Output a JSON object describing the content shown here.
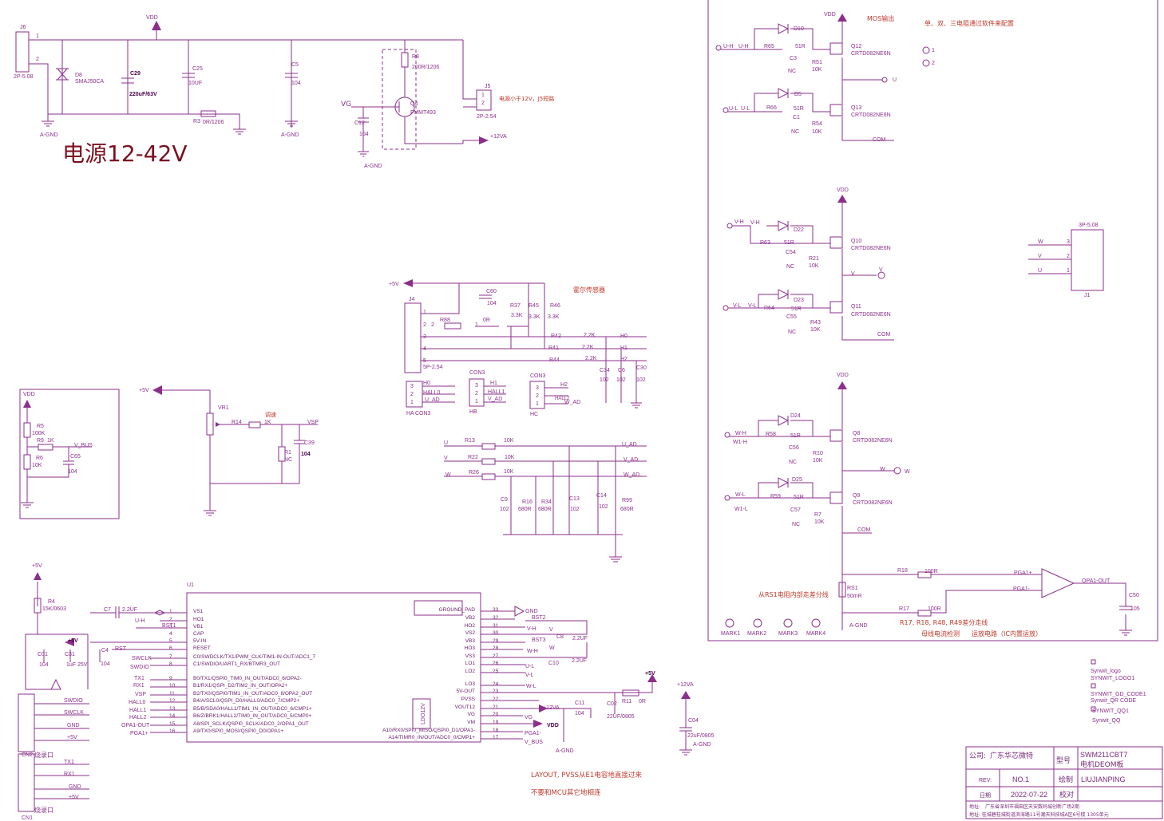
{
  "title_large": "电源12-42V",
  "power": {
    "j6": "J6",
    "j6_type": "2P-5.08",
    "pin1": "1",
    "pin2": "2",
    "vdd": "VDD",
    "d8": "D8",
    "d8_val": "SMAJ50CA",
    "c29": "C29",
    "c29_val": "220uF/63V",
    "c25": "C25",
    "c25_val": "10UF",
    "c5": "C5",
    "c5_val": "104",
    "r3": "R3",
    "r3_val": "0R/1206",
    "agnd": "A-GND",
    "r8": "R8",
    "r8_val": "200R/1206",
    "q4": "Q4",
    "q4_val": "FMMT493",
    "vg": "VG",
    "c12": "C12",
    "c12_val": "104",
    "j5": "J5",
    "j5_type": "2P-2.54",
    "j5_note": "电源小于12V，J5短路",
    "v12a": "+12VA"
  },
  "top_notes": {
    "mos_out": "MOS输出",
    "res_config": "单、双、三电阻通过软件来配置"
  },
  "bridge": {
    "u_h": "U-H",
    "u_l": "U-L",
    "v_h": "V-H",
    "v_l": "V-L",
    "w_h": "W-H",
    "w_l": "W-L",
    "w1_h": "W1-H",
    "w1_l": "W1-L",
    "d10": "D10",
    "d5": "D5",
    "d22": "D22",
    "d23": "D23",
    "d24": "D24",
    "d25": "D25",
    "r65": "R65",
    "r66": "R66",
    "r63": "R63",
    "r64": "R64",
    "r58": "R58",
    "r59": "R59",
    "r51r": "51R",
    "q12": "Q12",
    "q13": "Q13",
    "q10": "Q10",
    "q11": "Q11",
    "q8": "Q8",
    "q9": "Q9",
    "mos": "CRTD082NE6N",
    "c3": "C3",
    "c1": "C1",
    "c54": "C54",
    "c55": "C55",
    "c56": "C56",
    "c57": "C57",
    "nc": "NC",
    "r51": "R51",
    "r54": "R54",
    "r21": "R21",
    "r43": "R43",
    "r10": "R10",
    "r7": "R7",
    "k10": "10K",
    "u": "U",
    "v": "V",
    "w": "W",
    "com": "COM",
    "vdd": "VDD",
    "o1": "1",
    "o2": "2"
  },
  "j1": {
    "name": "J1",
    "type": "3P-5.08",
    "w": "W",
    "v": "V",
    "u": "U",
    "p1": "1",
    "p2": "2",
    "p3": "3"
  },
  "hall": {
    "title": "霍尔传感器",
    "p5v": "+5V",
    "j4": "J4",
    "j4_type": "5P-2.54",
    "r88": "R88",
    "r88_val": "0R",
    "c60": "C60",
    "c60_val": "104",
    "r37": "R37",
    "r45": "R45",
    "r46": "R46",
    "v33k": "3.3K",
    "r42": "R42",
    "r41": "R41",
    "r44": "R44",
    "v22k": "2.2K",
    "h0": "H0",
    "h1": "H1",
    "h2": "H2",
    "c34": "C34",
    "c6": "C6",
    "c30": "C30",
    "v102": "102",
    "con3": "CON3",
    "hall0": "HALL0",
    "hall1": "HALL1",
    "hall2": "HALL2",
    "u_ad": "U_AD",
    "v_ad": "V_AD",
    "w_ad": "W_AD",
    "ha": "HA",
    "hb": "HB",
    "hc": "HC",
    "p1": "1",
    "p2": "2",
    "p3": "3",
    "p4": "4",
    "p5": "5"
  },
  "vbus": {
    "vdd": "VDD",
    "r5": "R5",
    "r5_val": "100K",
    "r9": "R9",
    "r9_val": "1K",
    "r6": "R6",
    "r6_val": "10K",
    "c65": "C65",
    "c65_val": "104",
    "label": "V_BUS"
  },
  "speed": {
    "p5v": "+5V",
    "vr1": "VR1",
    "r14": "R14",
    "r14_val": "1K",
    "tiaosu": "调速",
    "vsp": "VSP",
    "r1": "R1",
    "r1_val": "NC",
    "c39": "C39",
    "c39_val": "104"
  },
  "sense": {
    "u": "U",
    "v": "V",
    "w": "W",
    "r13": "R13",
    "r22": "R22",
    "r26": "R26",
    "k10": "10K",
    "u_ad": "U_AD",
    "v_ad": "V_AD",
    "w_ad": "W_AD",
    "c9": "C9",
    "r16": "R16",
    "r34": "R34",
    "c13": "C13",
    "c14": "C14",
    "r99": "R99",
    "v102": "102",
    "v680": "680R"
  },
  "current": {
    "r18": "R18",
    "r17": "R17",
    "v100r": "100R",
    "pga_p": "PGA1+",
    "pga_n": "PGA1-",
    "opa": "OPA1-OUT",
    "rs1": "RS1",
    "rs1_val": "50mR",
    "c50": "C50",
    "c50_val": "105",
    "agnd": "A-GND",
    "note_diff": "从RS1电阻内部走差分线",
    "note_diff2": "R17, R18, R48, R49差分走线",
    "note_bus": "母线电流检测",
    "note_amp": "运放电路（IC内置运放）"
  },
  "marks": [
    "MARK1",
    "MARK2",
    "MARK3",
    "MARK4"
  ],
  "logos": [
    "Synwit_logo",
    "SYNWIT_LOGO1",
    "SYNWIT_GD_CODE1",
    "Synwit_QR CODE",
    "SYNWIT_QQ1",
    "Synwit_QQ"
  ],
  "mcu": {
    "u1": "U1",
    "left_pins": [
      {
        "n": "1",
        "s": "VS1"
      },
      {
        "n": "2",
        "s": "HO1"
      },
      {
        "n": "3",
        "s": "VB1"
      },
      {
        "n": "4",
        "s": "CAP"
      },
      {
        "n": "5",
        "s": "5V-IN"
      },
      {
        "n": "6",
        "s": "RESET"
      },
      {
        "n": "7",
        "s": "C0/SWDCLK/TX1/PWM_CLK/TIM1-IN-OUT/ADC1_7"
      },
      {
        "n": "8",
        "s": "C1/SWDIO/UART1_RX/BTMR3_OUT"
      },
      {
        "n": "9",
        "s": "B0/TX1/QSPI0_TIM0_IN_OUT/ADC0_6/OPA2-"
      },
      {
        "n": "10",
        "s": "B1/RX1/QSPI_D2/TIM2_IN_OUT/OPA2+"
      },
      {
        "n": "11",
        "s": "B2/TX0/QSPI0/TIM1_IN_OUT/ADC0_8/OPA2_OUT"
      },
      {
        "n": "12",
        "s": "B4/A/SCL0/QSPI_D0/HALL0/ADC0_7/CMP2+"
      },
      {
        "n": "13",
        "s": "B5/B/SDA0/HALL1/TIM1_IN_OUT/ADC0_6/CMP1+"
      },
      {
        "n": "14",
        "s": "B6/Z/BRK1/HALL2/TIM0_IN_OUT/ADC0_5/CMP0+"
      },
      {
        "n": "15",
        "s": "A8/SPI_SCLK/QSPI0_SCLK/ADC0_2/OPA1_OUT"
      },
      {
        "n": "16",
        "s": "A9/TX0/SPI0_MOSI/QSPI0_D0/OPA1+"
      }
    ],
    "right_pins": [
      {
        "n": "33",
        "s": "GROUND_PAD"
      },
      {
        "n": "32",
        "s": "VB2"
      },
      {
        "n": "31",
        "s": "HO2"
      },
      {
        "n": "30",
        "s": "VS2"
      },
      {
        "n": "29",
        "s": "VB3"
      },
      {
        "n": "28",
        "s": "HO3"
      },
      {
        "n": "27",
        "s": "VS3"
      },
      {
        "n": "26",
        "s": "LO1"
      },
      {
        "n": "25",
        "s": "LO2"
      },
      {
        "n": "24",
        "s": "LO3"
      },
      {
        "n": "23",
        "s": "5V-OUT"
      },
      {
        "n": "22",
        "s": "PVSS"
      },
      {
        "n": "21",
        "s": "VOUT12"
      },
      {
        "n": "20",
        "s": "VG"
      },
      {
        "n": "19",
        "s": "VM"
      },
      {
        "n": "18",
        "s": "A10/RX0/SPI0_MISO/QSPI0_D1/OPA1-"
      },
      {
        "n": "17",
        "s": "A14/TIMR0_IN/OUT/ADC0_0/CMP1+"
      }
    ],
    "left_nets": [
      "U-H",
      "BST1",
      "SWCLK",
      "SWDIO",
      "TX1",
      "RX1",
      "VSP",
      "HALL0",
      "HALL1",
      "HALL2",
      "OPA1-OUT",
      "PGA1+",
      "RST"
    ],
    "right_nets": [
      "GND",
      "BST2",
      "V-H",
      "V",
      "BST3",
      "W-H",
      "W",
      "U-L",
      "V-L",
      "W-L",
      "+12VA",
      "VG",
      "VDD",
      "PGA1-",
      "V_BUS"
    ],
    "ldo": "LDO12V",
    "r4": "R4",
    "r4_val": "15K/0603",
    "p5v": "+5V",
    "c7": "C7",
    "c7_val": "2.2UF",
    "c01": "C01",
    "c01_val": "104",
    "c31": "C31",
    "c31_val": "1uF 25V",
    "c4": "C4",
    "c4_val": "104",
    "c8": "C8",
    "c10": "C10",
    "v22uf": "2.2UF",
    "c11": "C11",
    "c11_val": "104",
    "c02": "C02",
    "c02_val": "22UF/0805",
    "r11": "R11",
    "r11_val": "0R",
    "c04": "C04",
    "c04_val": "22uF/0805",
    "agnd": "A-GND",
    "v12a": "+12VA"
  },
  "prog": {
    "cn2": "CN2",
    "cn1": "CN1",
    "label": "烧录口",
    "cn2_pins": [
      "SWDIO",
      "SWCLK",
      "GND",
      "+5V"
    ],
    "cn1_pins": [
      "TX1",
      "RX1",
      "GND",
      "+5V"
    ]
  },
  "layout_notes": [
    "LAYOUT, PVSS从E1电容地直接过来",
    "不要和MCU其它地相连"
  ],
  "title_block": {
    "company_label": "公司:",
    "company": "广东华芯微特",
    "model_label": "型号",
    "model": "SWM211CBT7",
    "model2": "电机DEOM板",
    "rev_label": "REV:",
    "rev": "NO.1",
    "drawn_label": "绘制",
    "drawn": "LIUJIANPING",
    "date_label": "日期",
    "date": "2022-07-22",
    "check_label": "校对",
    "addr_label": "地址:",
    "addr1": "广东省深圳市福田区天安数码城创新广场2期",
    "addr2": "地址: 桂城碧桂城街道滨海路11号瀚天科技城A区6号楼 1305单元"
  }
}
